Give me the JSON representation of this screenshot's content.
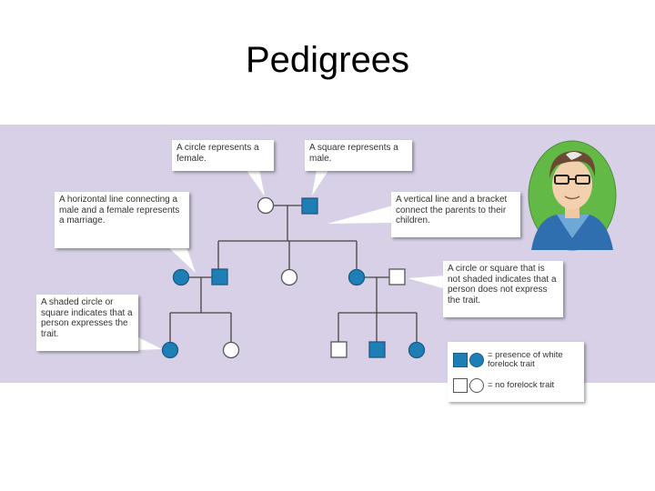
{
  "title": "Pedigrees",
  "colors": {
    "panel_bg": "#d7d0e6",
    "affected": "#1d7fb6",
    "unaffected": "#ffffff",
    "line": "#444444"
  },
  "callouts": {
    "circle_female": "A circle represents a female.",
    "square_male": "A square represents a male.",
    "horizontal_line": "A horizontal line connecting a male and a female represents a marriage.",
    "vertical_line": "A vertical line and a bracket connect the parents to their children.",
    "not_shaded": "A circle or square that is not shaded indicates that a person does not express the trait.",
    "shaded": "A shaded circle or square indicates that a person expresses the trait."
  },
  "legend": {
    "present_label": "= presence of white forelock trait",
    "absent_label": "= no forelock trait"
  },
  "illustration": {
    "icon": "scientist-portrait-icon"
  }
}
